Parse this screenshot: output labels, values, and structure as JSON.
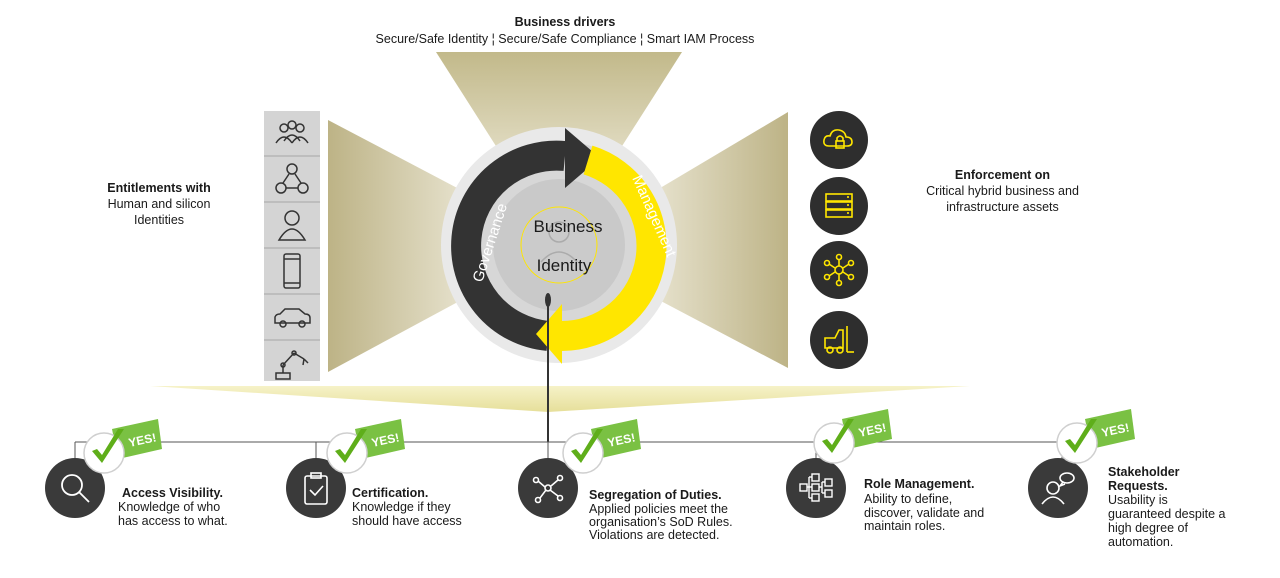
{
  "colors": {
    "accent": "#ffe600",
    "dark": "#2e2e2e",
    "beam": "#c9bf8e",
    "ring": "#cfcfcf"
  },
  "business_drivers": {
    "title": "Business  drivers",
    "subtitle": "Secure/Safe Identity ¦ Secure/Safe Compliance ¦ Smart IAM Process"
  },
  "entitlements": {
    "title": "Entitlements with",
    "line1": "Human and silicon",
    "line2": "Identities"
  },
  "enforcement": {
    "title": "Enforcement on",
    "line1": "Critical hybrid business and",
    "line2": "infrastructure assets"
  },
  "cycle": {
    "governance": "Governance",
    "management": "Management",
    "center_line1": "Business",
    "center_line2": "Identity"
  },
  "left_icons": [
    "people-group-icon",
    "network-people-icon",
    "person-icon",
    "smartphone-icon",
    "car-icon",
    "robot-arm-icon"
  ],
  "right_icons": [
    "cloud-lock-icon",
    "server-icon",
    "network-hub-icon",
    "forklift-icon"
  ],
  "outcomes": [
    {
      "icon": "magnifier-icon",
      "yes": "YES!",
      "title": "Access  Visibility.",
      "desc": [
        "Knowledge  of who",
        "has access to what."
      ]
    },
    {
      "icon": "clipboard-check-icon",
      "yes": "YES!",
      "title": "Certification.",
      "desc": [
        "Knowledge  if they",
        "should have  access"
      ]
    },
    {
      "icon": "share-nodes-icon",
      "yes": "YES!",
      "title": "Segregation of Duties.",
      "desc": [
        "Applied policies meet the",
        "organisation’s SoD Rules.",
        "Violations are detected."
      ]
    },
    {
      "icon": "role-hierarchy-icon",
      "yes": "YES!",
      "title": "Role Management.",
      "desc": [
        "Ability to define,",
        "discover, validate  and",
        "maintain roles."
      ]
    },
    {
      "icon": "person-speech-icon",
      "yes": "YES!",
      "title": "Stakeholder",
      "title2": "Requests.",
      "desc": [
        "Usability is",
        "guaranteed  despite  a",
        "high degree  of",
        "automation."
      ]
    }
  ]
}
